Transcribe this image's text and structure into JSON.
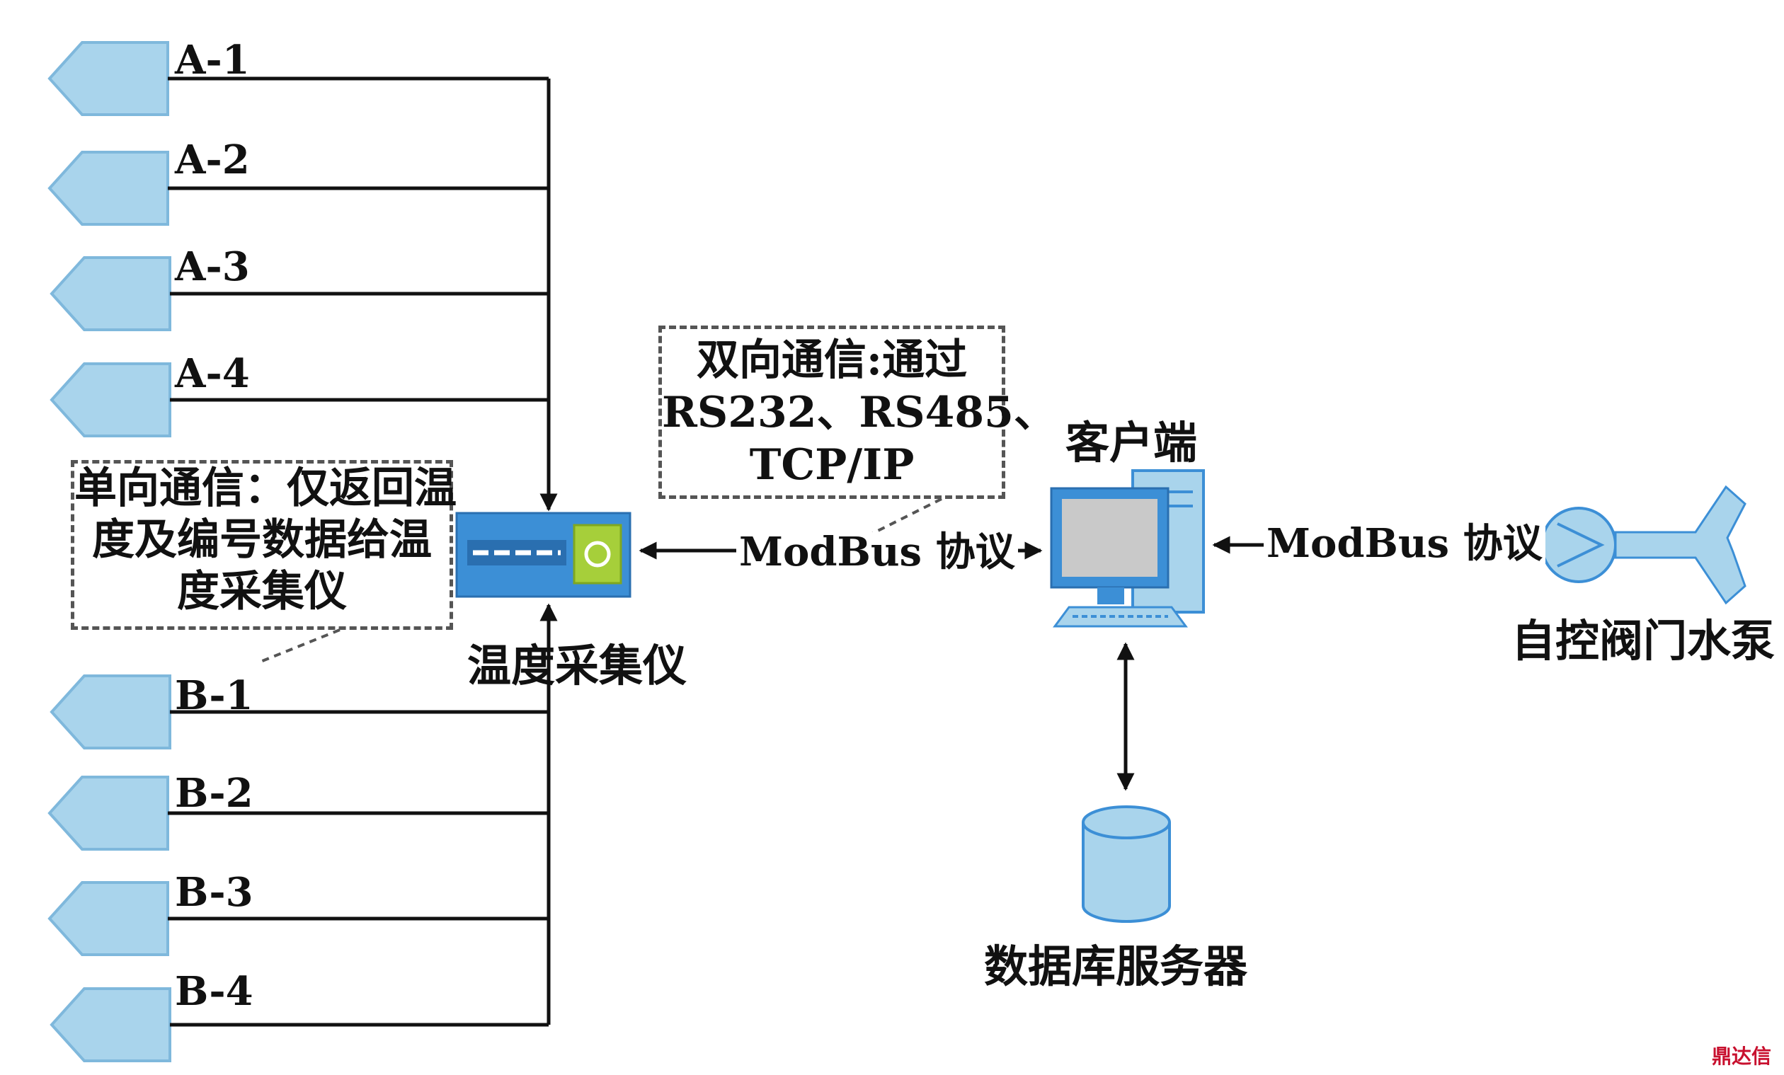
{
  "sensors": [
    {
      "label": "A-1"
    },
    {
      "label": "A-2"
    },
    {
      "label": "A-3"
    },
    {
      "label": "A-4"
    },
    {
      "label": "B-1"
    },
    {
      "label": "B-2"
    },
    {
      "label": "B-3"
    },
    {
      "label": "B-4"
    }
  ],
  "one_way_note": {
    "lines": [
      "单向通信：仅返回温",
      "度及编号数据给温",
      "度采集仪"
    ]
  },
  "two_way_note": {
    "lines": [
      "双向通信:通过",
      "RS232、RS485、",
      "TCP/IP"
    ]
  },
  "collector": {
    "label": "温度采集仪"
  },
  "client": {
    "label": "客户端"
  },
  "database": {
    "label": "数据库服务器"
  },
  "pump": {
    "label": "自控阀门水泵"
  },
  "protocols": {
    "left": "ModBus 协议",
    "right": "ModBus 协议"
  },
  "watermark": {
    "text": "鼎达信"
  },
  "colors": {
    "device_fill": "#a9d4ec",
    "device_stroke": "#7fb8dc",
    "collector_body": "#3c8fd6",
    "collector_screen": "#a6cf3a",
    "line": "#111111",
    "dash": "#555555"
  }
}
